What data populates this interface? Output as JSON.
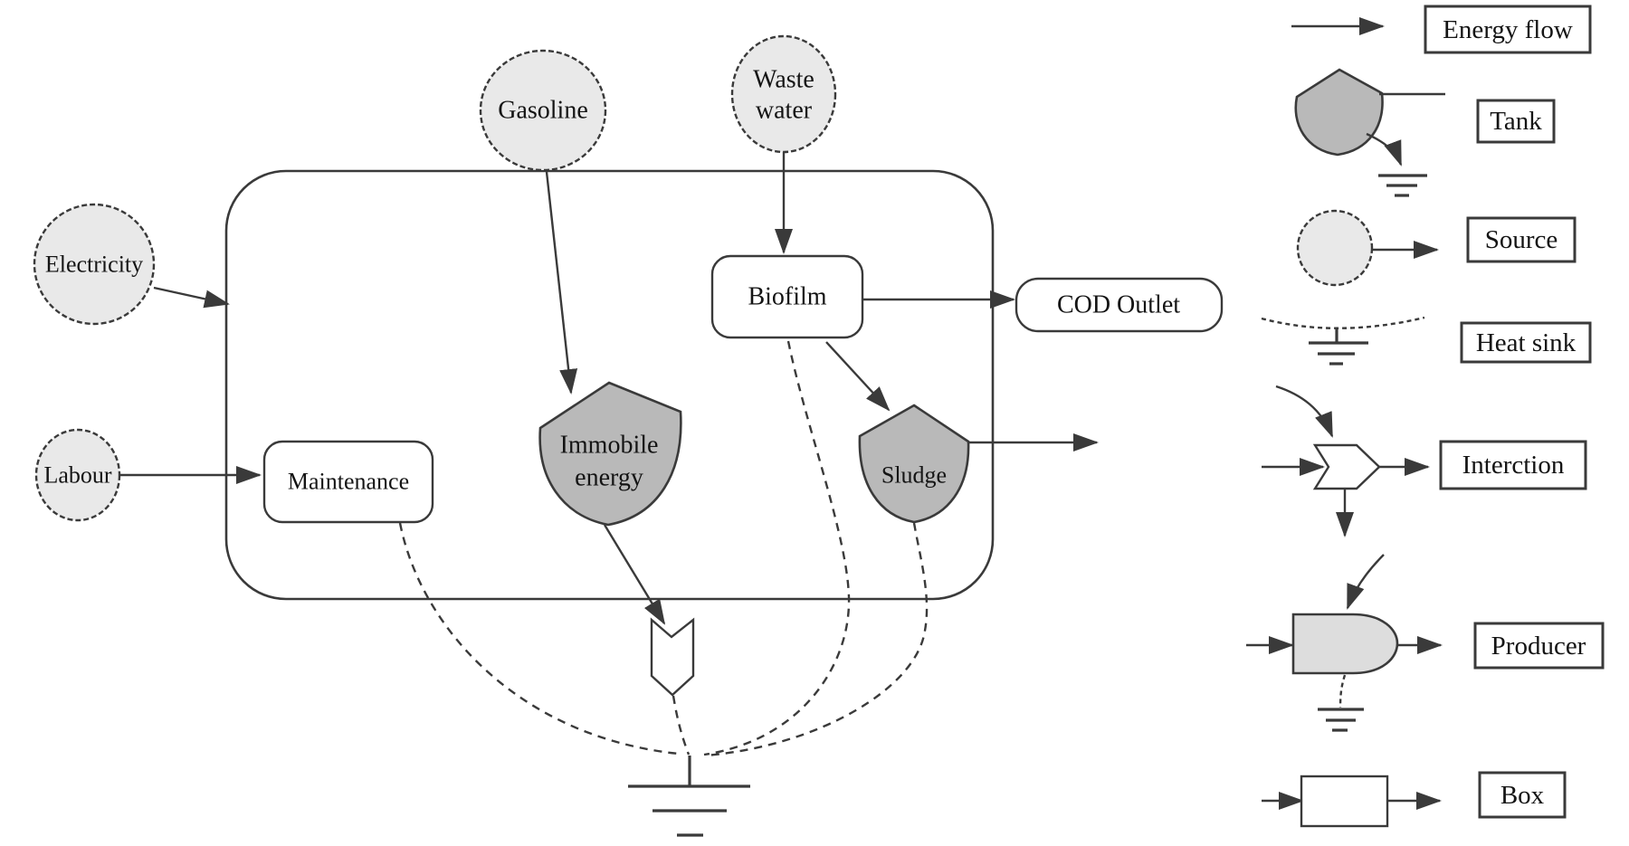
{
  "colors": {
    "line": "#3a3a3a",
    "text": "#141414",
    "source_fill": "#e9e9e9",
    "tank_fill": "#b9b9b9",
    "producer_fill": "#dddddd",
    "paper": "#ffffff"
  },
  "diagram": {
    "sources": [
      {
        "id": "electricity",
        "label": "Electricity"
      },
      {
        "id": "labour",
        "label": "Labour"
      },
      {
        "id": "gasoline",
        "label": "Gasoline"
      },
      {
        "id": "waste_water",
        "label_line1": "Waste",
        "label_line2": "water"
      }
    ],
    "boxes": [
      {
        "id": "maintenance",
        "label": "Maintenance"
      },
      {
        "id": "biofilm",
        "label": "Biofilm"
      },
      {
        "id": "cod_outlet",
        "label": "COD Outlet"
      }
    ],
    "tanks": [
      {
        "id": "immobile_energy",
        "label_line1": "Immobile",
        "label_line2": "energy"
      },
      {
        "id": "sludge",
        "label": "Sludge"
      }
    ]
  },
  "legend": {
    "items": [
      {
        "id": "energy_flow",
        "label": "Energy flow"
      },
      {
        "id": "tank",
        "label": "Tank"
      },
      {
        "id": "source",
        "label": "Source"
      },
      {
        "id": "heat_sink",
        "label": "Heat sink"
      },
      {
        "id": "interaction",
        "label": "Interction"
      },
      {
        "id": "producer",
        "label": "Producer"
      },
      {
        "id": "box",
        "label": "Box"
      }
    ]
  }
}
